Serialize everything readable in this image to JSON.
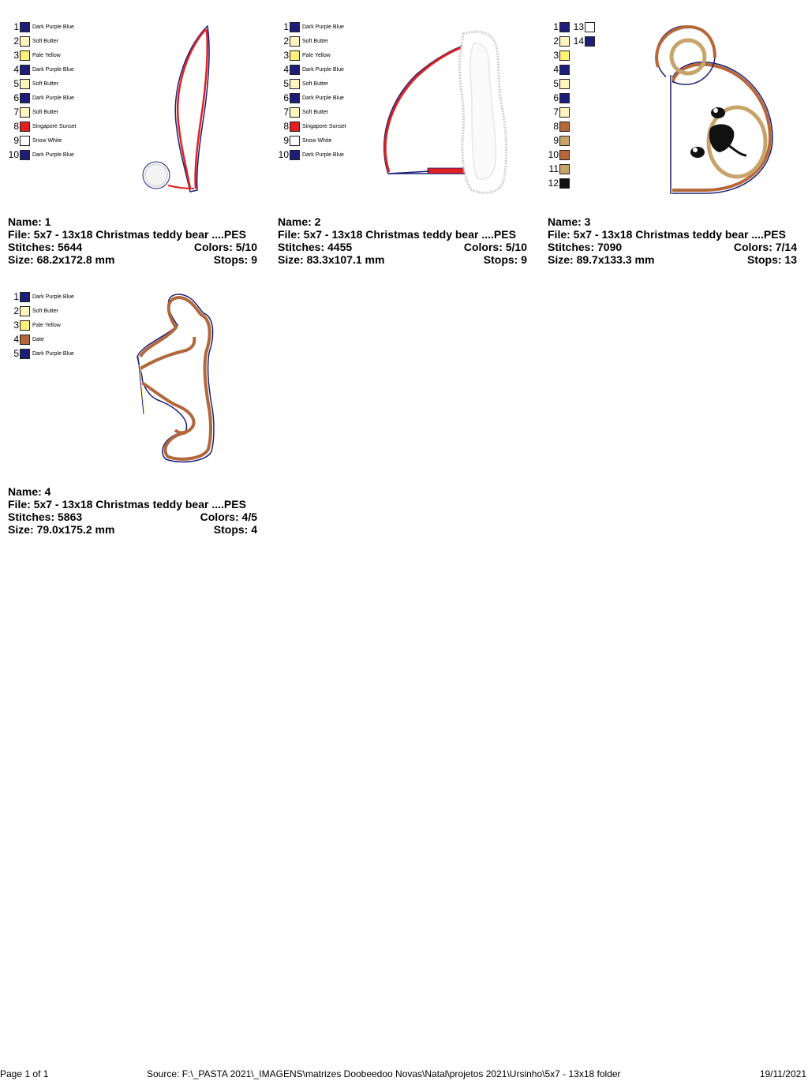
{
  "colors": {
    "dark_purple_blue": "#1e1e78",
    "soft_butter": "#fdf4c0",
    "pale_yellow": "#fdf27a",
    "singapore_sunset": "#e02020",
    "snow_white": "#ffffff",
    "brown": "#b5683a",
    "tan": "#c6a56c",
    "black": "#111111",
    "date": "#b0683c"
  },
  "designs": [
    {
      "name_label": "Name: 1",
      "file_label": "File: 5x7 - 13x18 Christmas teddy bear ....PES",
      "stitches_label": "Stitches: 5644",
      "colors_label": "Colors: 5/10",
      "size_label": "Size: 68.2x172.8 mm",
      "stops_label": "Stops: 9",
      "palette": [
        {
          "num": "1",
          "label": "Dark Purple Blue",
          "color": "#1e1e78"
        },
        {
          "num": "2",
          "label": "Soft Butter",
          "color": "#fdf4c0"
        },
        {
          "num": "3",
          "label": "Pale Yellow",
          "color": "#fdf27a"
        },
        {
          "num": "4",
          "label": "Dark Purple Blue",
          "color": "#1e1e78"
        },
        {
          "num": "5",
          "label": "Soft Butter",
          "color": "#fdf4c0"
        },
        {
          "num": "6",
          "label": "Dark Purple Blue",
          "color": "#1e1e78"
        },
        {
          "num": "7",
          "label": "Soft Butter",
          "color": "#fdf4c0"
        },
        {
          "num": "8",
          "label": "Singapore Sunset",
          "color": "#e02020"
        },
        {
          "num": "9",
          "label": "Snow White",
          "color": "#ffffff"
        },
        {
          "num": "10",
          "label": "Dark Purple Blue",
          "color": "#1e1e78"
        }
      ]
    },
    {
      "name_label": "Name: 2",
      "file_label": "File: 5x7 - 13x18 Christmas teddy bear ....PES",
      "stitches_label": "Stitches: 4455",
      "colors_label": "Colors: 5/10",
      "size_label": "Size: 83.3x107.1 mm",
      "stops_label": "Stops: 9",
      "palette": [
        {
          "num": "1",
          "label": "Dark Purple Blue",
          "color": "#1e1e78"
        },
        {
          "num": "2",
          "label": "Soft Butter",
          "color": "#fdf4c0"
        },
        {
          "num": "3",
          "label": "Pale Yellow",
          "color": "#fdf27a"
        },
        {
          "num": "4",
          "label": "Dark Purple Blue",
          "color": "#1e1e78"
        },
        {
          "num": "5",
          "label": "Soft Butter",
          "color": "#fdf4c0"
        },
        {
          "num": "6",
          "label": "Dark Purple Blue",
          "color": "#1e1e78"
        },
        {
          "num": "7",
          "label": "Soft Butter",
          "color": "#fdf4c0"
        },
        {
          "num": "8",
          "label": "Singapore Sunset",
          "color": "#e02020"
        },
        {
          "num": "9",
          "label": "Snow White",
          "color": "#ffffff"
        },
        {
          "num": "10",
          "label": "Dark Purple Blue",
          "color": "#1e1e78"
        }
      ]
    },
    {
      "name_label": "Name: 3",
      "file_label": "File: 5x7 - 13x18 Christmas teddy bear ....PES",
      "stitches_label": "Stitches: 7090",
      "colors_label": "Colors: 7/14",
      "size_label": "Size: 89.7x133.3 mm",
      "stops_label": "Stops: 13",
      "palette": [
        {
          "num": "1",
          "color": "#1e1e78"
        },
        {
          "num": "2",
          "color": "#fdf4c0"
        },
        {
          "num": "3",
          "color": "#fdf27a"
        },
        {
          "num": "4",
          "color": "#1e1e78"
        },
        {
          "num": "5",
          "color": "#fdf4c0"
        },
        {
          "num": "6",
          "color": "#1e1e78"
        },
        {
          "num": "7",
          "color": "#fdf4c0"
        },
        {
          "num": "8",
          "color": "#b5683a"
        },
        {
          "num": "9",
          "color": "#c6a56c"
        },
        {
          "num": "10",
          "color": "#b5683a"
        },
        {
          "num": "11",
          "color": "#c6a56c"
        },
        {
          "num": "12",
          "color": "#111111"
        },
        {
          "num": "13",
          "color": "#ffffff"
        },
        {
          "num": "14",
          "color": "#1e1e78"
        }
      ]
    },
    {
      "name_label": "Name: 4",
      "file_label": "File: 5x7 - 13x18 Christmas teddy bear ....PES",
      "stitches_label": "Stitches: 5863",
      "colors_label": "Colors: 4/5",
      "size_label": "Size: 79.0x175.2 mm",
      "stops_label": "Stops: 4",
      "palette": [
        {
          "num": "1",
          "label": "Dark Purple Blue",
          "color": "#1e1e78"
        },
        {
          "num": "2",
          "label": "Soft Butter",
          "color": "#fdf4c0"
        },
        {
          "num": "3",
          "label": "Pale Yellow",
          "color": "#fdf27a"
        },
        {
          "num": "4",
          "label": "Date",
          "color": "#b0683c"
        },
        {
          "num": "5",
          "label": "Dark Purple Blue",
          "color": "#1e1e78"
        }
      ]
    }
  ],
  "footer": {
    "page": "Page 1 of 1",
    "source": "Source: F:\\_PASTA 2021\\_IMAGENS\\matrizes Doobeedoo Novas\\Natal\\projetos 2021\\Ursinho\\5x7 - 13x18 folder",
    "date": "19/11/2021"
  }
}
